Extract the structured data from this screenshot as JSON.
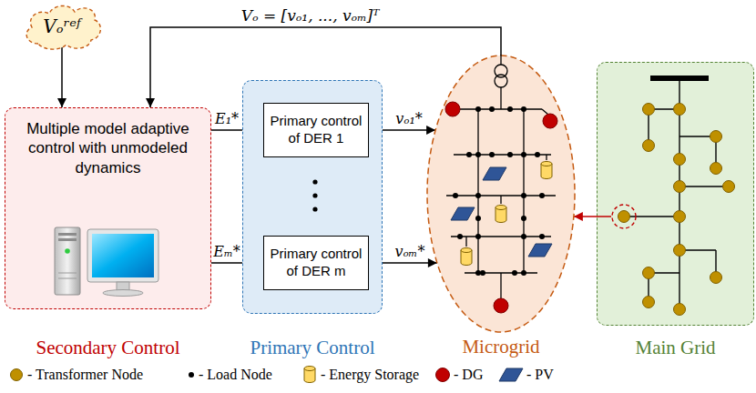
{
  "diagram": {
    "nodes": [
      {
        "text": [
          "Vₒʳᵉᶠ"
        ]
      },
      {
        "text": [
          "Multiple model adaptive control with unmodeled dynamics",
          "Secondary Control"
        ]
      },
      {
        "text": [
          "Primary Control"
        ]
      },
      {
        "text": [
          "Primary control of DER 1"
        ],
        "in": 2
      },
      {
        "text": [
          "Primary control of DER m"
        ],
        "in": 2
      },
      {
        "text": [
          "Microgrid"
        ]
      },
      {
        "text": [
          "Main Grid"
        ]
      }
    ],
    "edges": [
      {
        "from": 0,
        "to": 1,
        "arrow": "to"
      },
      {
        "from": 1,
        "to": 3,
        "label": "E₁*",
        "arrow": "to"
      },
      {
        "from": 1,
        "to": 4,
        "label": "Eₘ*",
        "arrow": "to"
      },
      {
        "from": 3,
        "to": 5,
        "label": "vₒ₁*",
        "arrow": "to"
      },
      {
        "from": 4,
        "to": 5,
        "label": "vₒₘ*",
        "arrow": "to"
      },
      {
        "from": 5,
        "to": 1,
        "label": "Vₒ = [vₒ₁, ..., vₒₘ]ᵀ",
        "arrow": "to"
      },
      {
        "from": 6,
        "to": 5,
        "arrow": "to"
      }
    ],
    "legend": [
      {
        "text": "- Transformer Node"
      },
      {
        "text": "- Load Node"
      },
      {
        "text": "- Energy Storage"
      },
      {
        "text": "- DG"
      },
      {
        "text": "- PV"
      }
    ]
  }
}
